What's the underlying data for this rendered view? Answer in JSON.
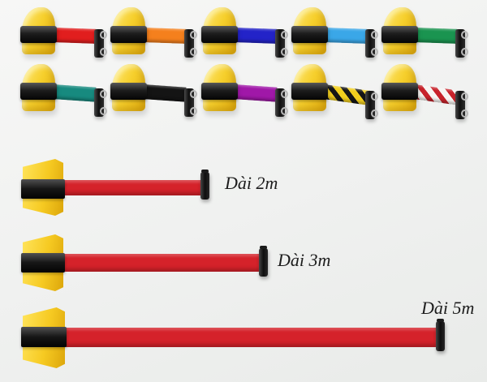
{
  "scene": {
    "background_top_hex": "#f7f7f6",
    "background_bottom_hex": "#e9ebe9"
  },
  "color_variants": {
    "housing": {
      "body_hex": "#f6cf2c",
      "band_hex": "#1a1a1a"
    },
    "units": [
      {
        "name": "red",
        "pattern": "solid",
        "hex": "#e11e1e"
      },
      {
        "name": "orange",
        "pattern": "solid",
        "hex": "#f5801d"
      },
      {
        "name": "blue",
        "pattern": "solid",
        "hex": "#2323c8"
      },
      {
        "name": "light-blue",
        "pattern": "solid",
        "hex": "#3aa7e8"
      },
      {
        "name": "green",
        "pattern": "solid",
        "hex": "#1a9450"
      },
      {
        "name": "teal",
        "pattern": "solid",
        "hex": "#178a7f"
      },
      {
        "name": "black",
        "pattern": "solid",
        "hex": "#141414"
      },
      {
        "name": "purple",
        "pattern": "solid",
        "hex": "#a018a8"
      },
      {
        "name": "yellow-black-hazard",
        "pattern": "striped",
        "stripe_a": "#161616",
        "stripe_b": "#f2cf1e"
      },
      {
        "name": "red-white-hazard",
        "pattern": "striped",
        "stripe_a": "#c8232b",
        "stripe_b": "#f7f5f2"
      }
    ]
  },
  "length_variants": [
    {
      "label": "Dài 2m",
      "length_m": 2,
      "belt_hex": "#d5222a"
    },
    {
      "label": "Dài 3m",
      "length_m": 3,
      "belt_hex": "#d5222a"
    },
    {
      "label": "Dài 5m",
      "length_m": 5,
      "belt_hex": "#d5222a"
    }
  ]
}
